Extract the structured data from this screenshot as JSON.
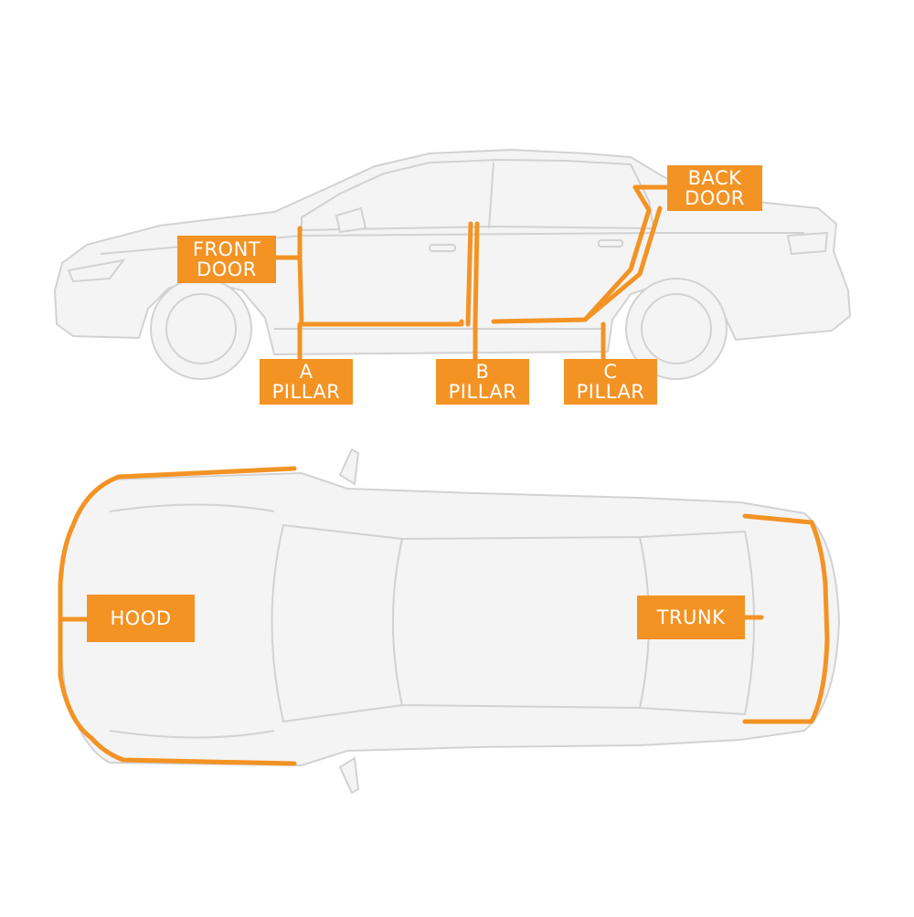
{
  "labels": {
    "front_door": [
      "FRONT",
      "DOOR"
    ],
    "back_door": [
      "BACK",
      "DOOR"
    ],
    "a_pillar": [
      "A",
      "PILLAR"
    ],
    "b_pillar": [
      "B",
      "PILLAR"
    ],
    "c_pillar": [
      "C",
      "PILLAR"
    ],
    "hood": "HOOD",
    "trunk": "TRUNK"
  },
  "colors": {
    "accent": "#f39324",
    "car_fill": "#f4f4f4",
    "car_stroke": "#d2d2d2",
    "background": "#ffffff"
  }
}
